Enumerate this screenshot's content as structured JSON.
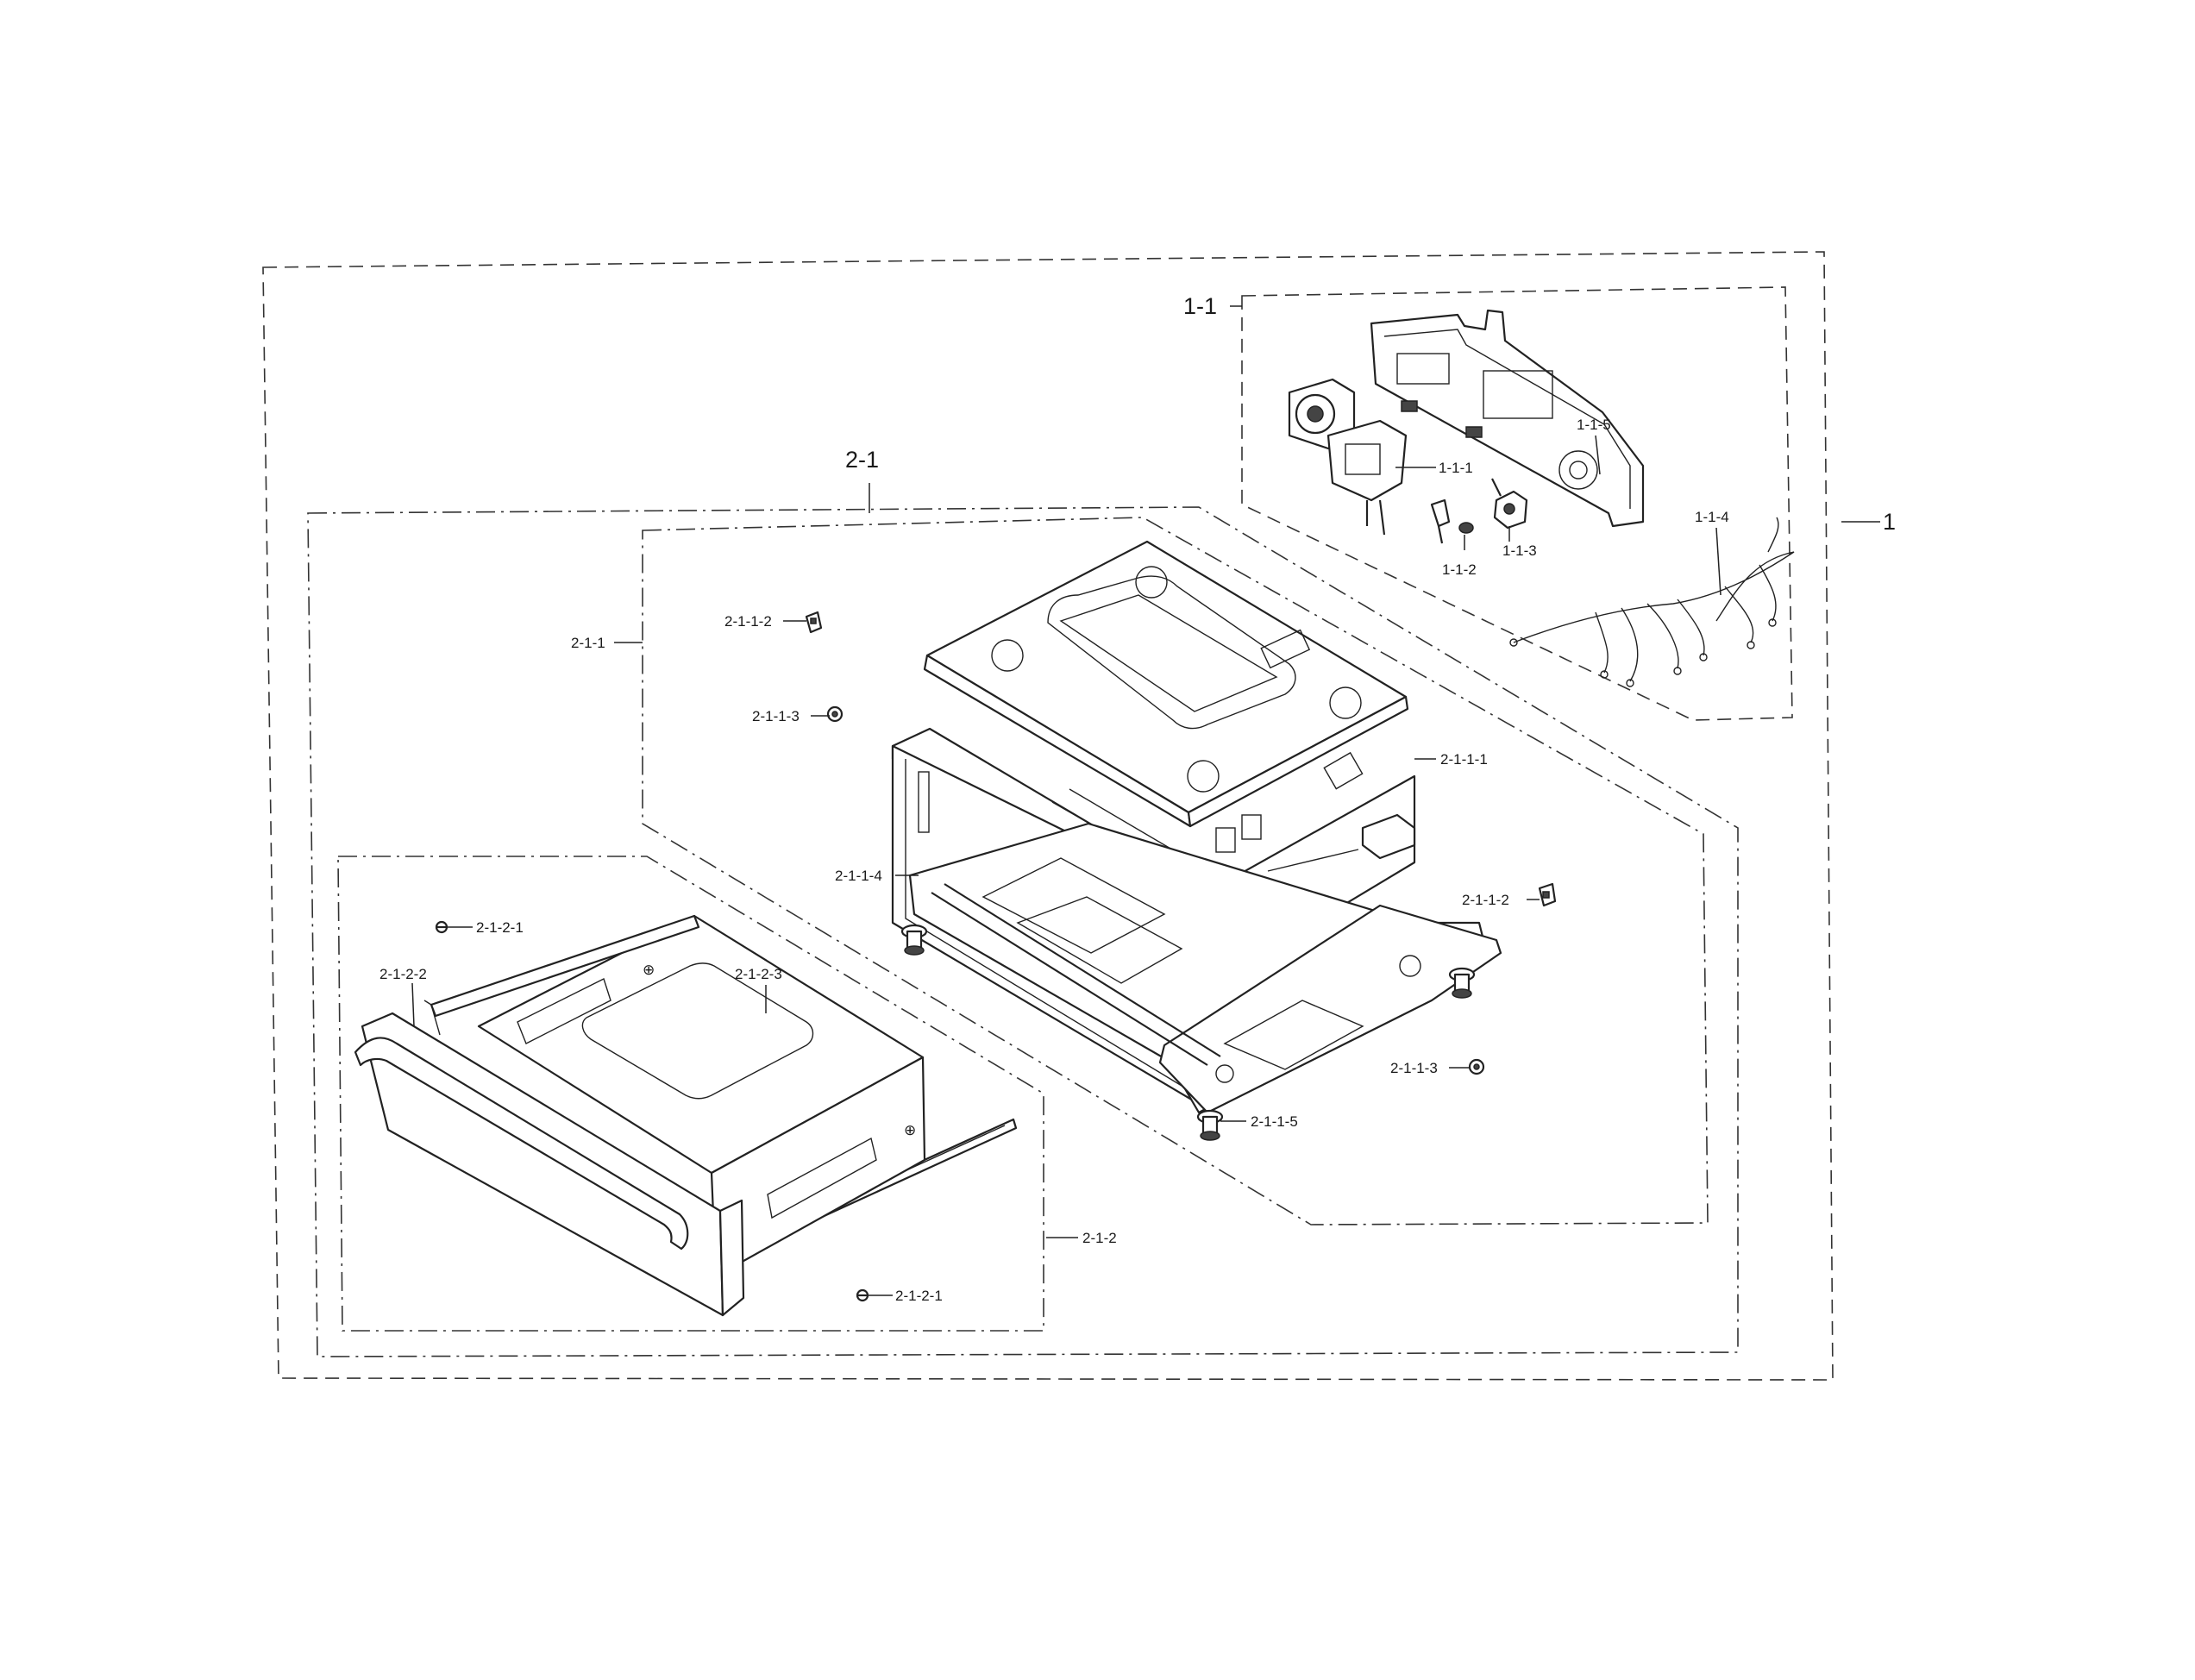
{
  "labels": {
    "assembly_1": "1",
    "sub_1_1": "1-1",
    "p_1_1_1": "1-1-1",
    "p_1_1_2": "1-1-2",
    "p_1_1_3": "1-1-3",
    "p_1_1_4": "1-1-4",
    "p_1_1_5": "1-1-5",
    "sub_2_1": "2-1",
    "p_2_1_1": "2-1-1",
    "p_2_1_1_1": "2-1-1-1",
    "p_2_1_1_2_top": "2-1-1-2",
    "p_2_1_1_2_right": "2-1-1-2",
    "p_2_1_1_3_top": "2-1-1-3",
    "p_2_1_1_3_bottom": "2-1-1-3",
    "p_2_1_1_4": "2-1-1-4",
    "p_2_1_1_5": "2-1-1-5",
    "p_2_1_2": "2-1-2",
    "p_2_1_2_1_top": "2-1-2-1",
    "p_2_1_2_1_bottom": "2-1-2-1",
    "p_2_1_2_2": "2-1-2-2",
    "p_2_1_2_3": "2-1-2-3"
  },
  "colors": {
    "line": "#222222",
    "background": "#ffffff"
  }
}
